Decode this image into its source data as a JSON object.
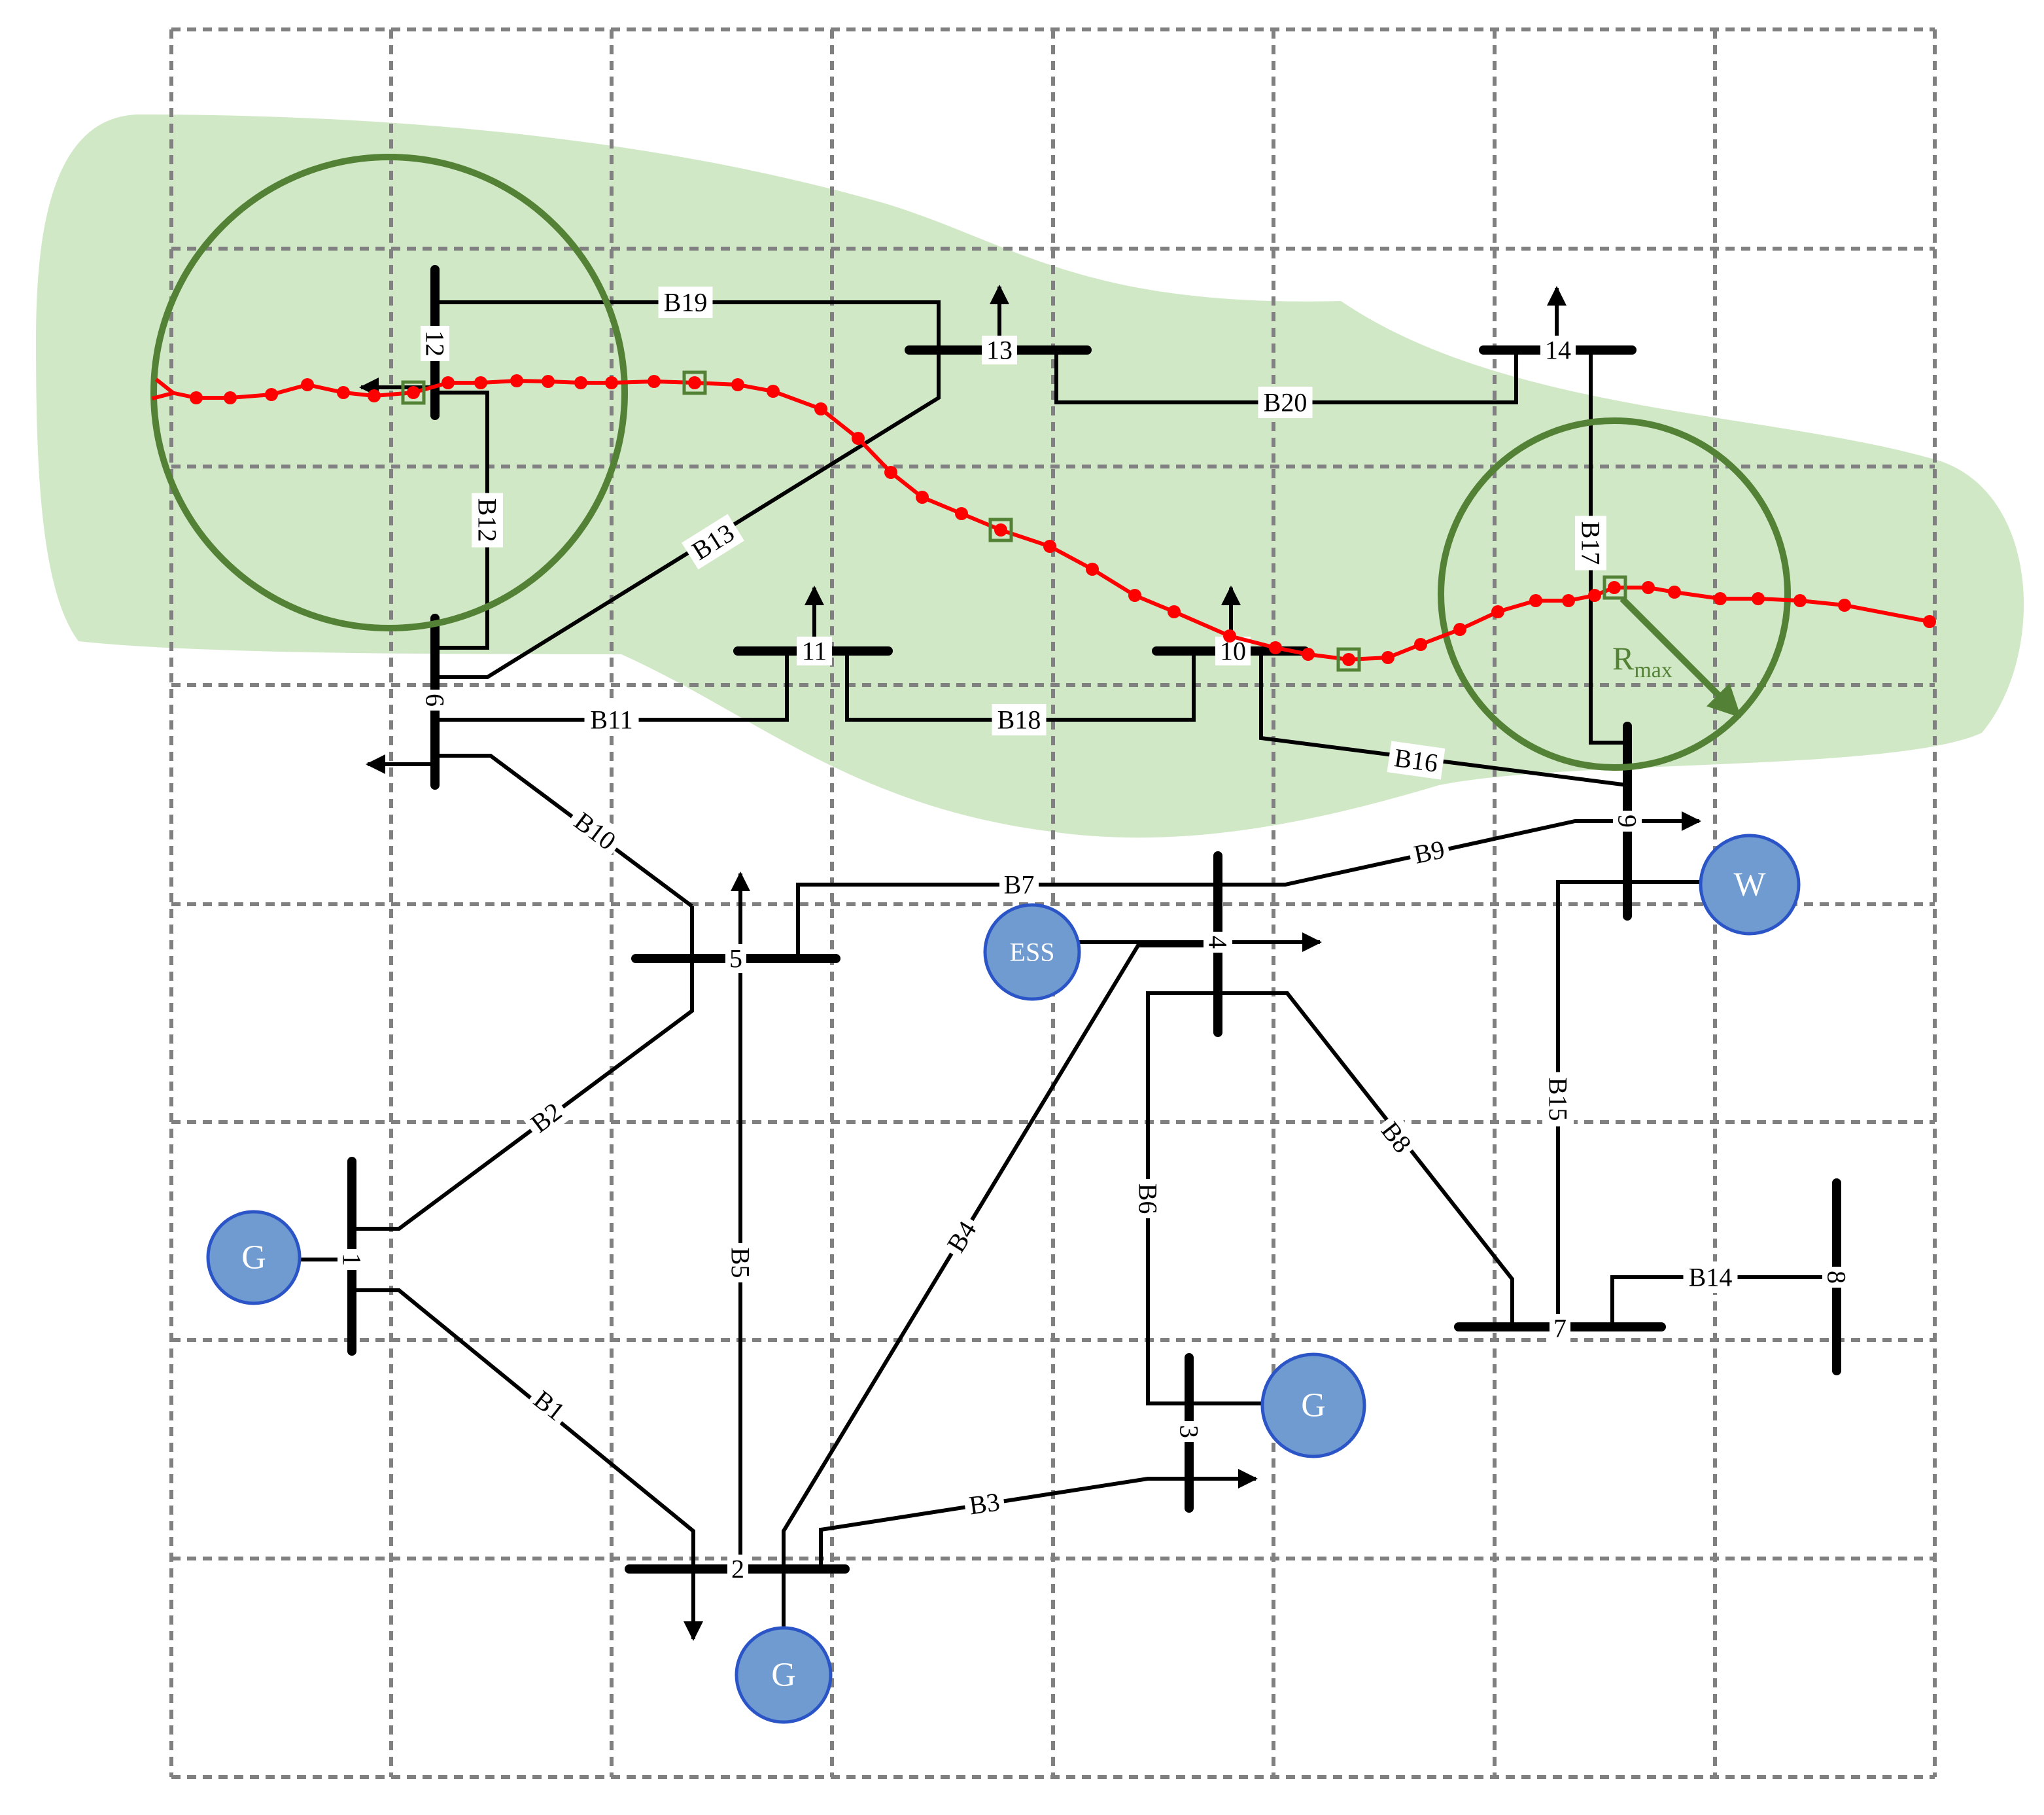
{
  "colors": {
    "impact_area": "#d1e8c6",
    "storm_circle": "#538135",
    "track": "#ff0000",
    "generator_fill": "#6f9bd1",
    "generator_text": "#ffffff",
    "grid": "#808080",
    "line": "#000000"
  },
  "buses": [
    "1",
    "2",
    "3",
    "4",
    "5",
    "6",
    "7",
    "8",
    "9",
    "10",
    "11",
    "12",
    "13",
    "14"
  ],
  "branches": [
    "B1",
    "B2",
    "B3",
    "B4",
    "B5",
    "B6",
    "B7",
    "B8",
    "B9",
    "B10",
    "B11",
    "B12",
    "B13",
    "B14",
    "B15",
    "B16",
    "B17",
    "B18",
    "B19",
    "B20"
  ],
  "generators": {
    "bus1": "G",
    "bus2": "G",
    "bus3": "G",
    "wind": "W",
    "storage": "ESS"
  },
  "storm": {
    "radius_label": "R",
    "radius_subscript": "max"
  }
}
